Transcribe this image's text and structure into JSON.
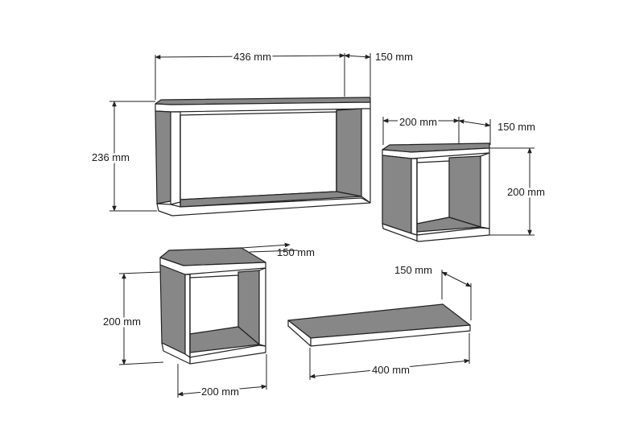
{
  "diagram": {
    "large_shelf": {
      "width": "436 mm",
      "depth": "150 mm",
      "height": "236 mm"
    },
    "small_cube_right": {
      "width": "200 mm",
      "depth": "150 mm",
      "height": "200 mm"
    },
    "small_cube_left": {
      "depth": "150 mm",
      "height": "200 mm",
      "width": "200 mm"
    },
    "flat_shelf": {
      "depth": "150 mm",
      "width": "400 mm"
    },
    "colors": {
      "shelf_surface": "#878787",
      "lines": "#222222",
      "background": "#ffffff"
    }
  }
}
